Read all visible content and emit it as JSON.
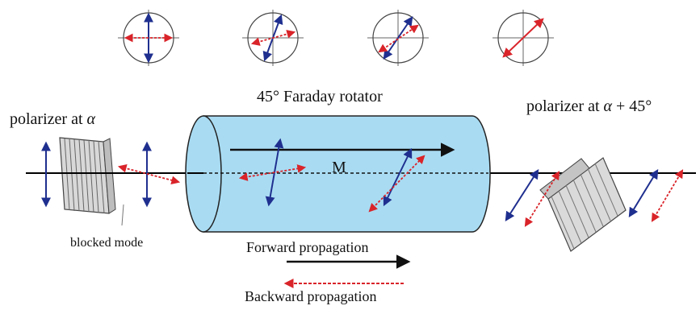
{
  "labels": {
    "polarizer_left": "polarizer at",
    "polarizer_left_symbol": "α",
    "rotator": "45° Faraday rotator",
    "magnetization": "M",
    "polarizer_right": "polarizer at",
    "polarizer_right_symbol": "α",
    "polarizer_right_suffix": "+ 45°",
    "blocked": "blocked mode",
    "forward": "Forward propagation",
    "backward": "Backward propagation"
  },
  "colors": {
    "forward_arrow": "#1f2f8f",
    "backward_arrow": "#d9242a",
    "rotator_fill": "#a9dcf3",
    "axis": "#000000",
    "polarizer_face": "#dcdcdc"
  }
}
